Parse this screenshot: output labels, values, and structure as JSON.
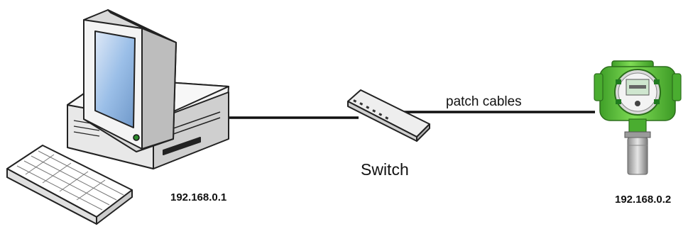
{
  "labels": {
    "switch": "Switch",
    "cable": "patch cables",
    "pc_ip": "192.168.0.1",
    "device_ip": "192.168.0.2"
  },
  "colors": {
    "device_green": "#5cc43a",
    "cable": "#111111",
    "monitor_screen": "#9bbfe8"
  },
  "icons": {
    "computer": "desktop-computer-icon",
    "keyboard": "keyboard-icon",
    "switch": "network-switch-icon",
    "device": "gas-detector-icon"
  }
}
